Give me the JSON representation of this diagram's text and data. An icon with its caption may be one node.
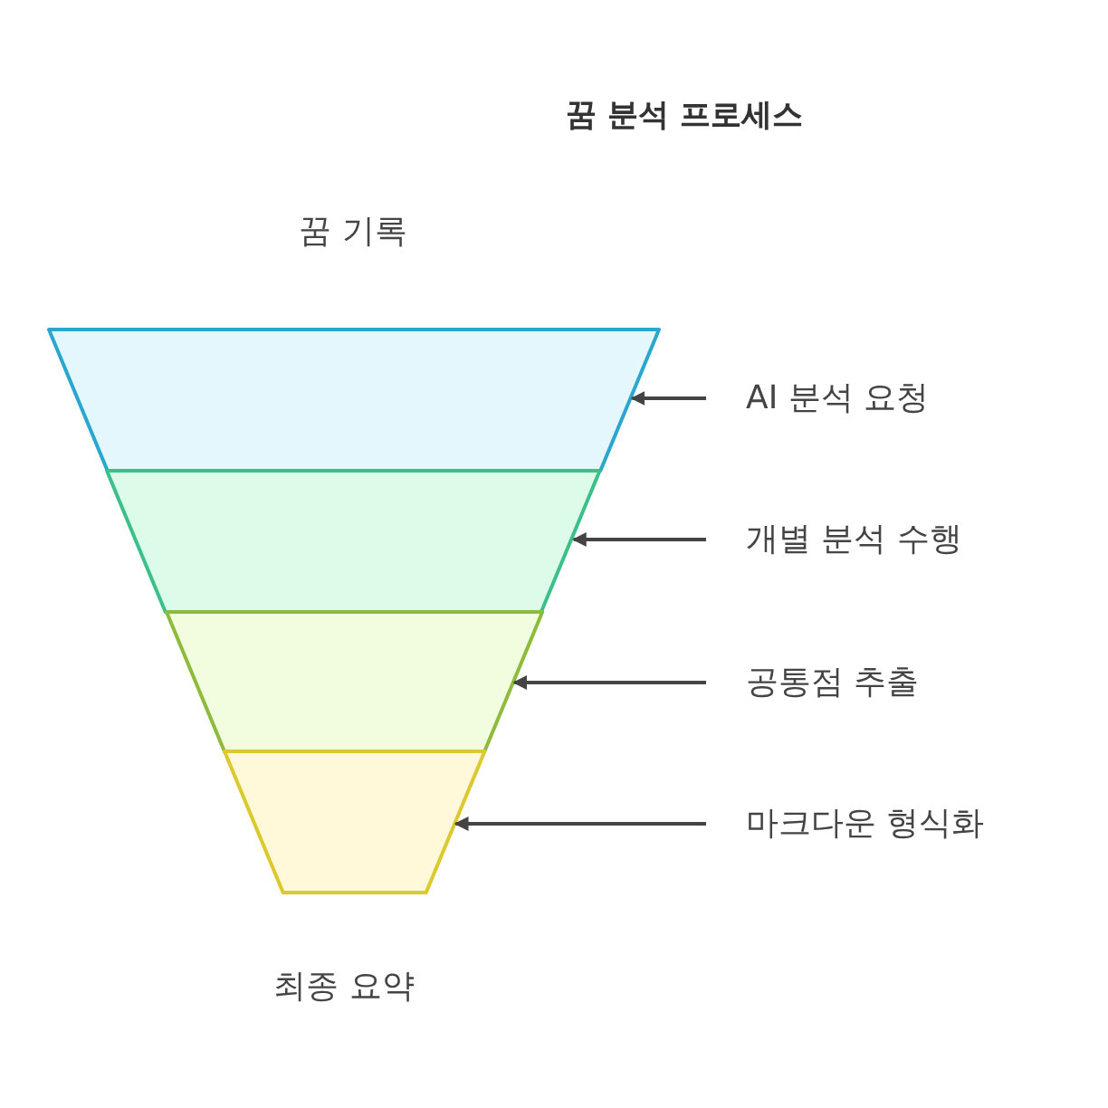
{
  "diagram": {
    "title": "꿈 분석 프로세스",
    "nodes": [
      {
        "text": [],
        "shape": "trapezoid"
      },
      {
        "text": [],
        "shape": "trapezoid"
      },
      {
        "text": [],
        "shape": "trapezoid"
      },
      {
        "text": [],
        "shape": "trapezoid"
      },
      {
        "text": [
          "AI 분석 요청"
        ]
      },
      {
        "text": [
          "개별 분석 수행"
        ]
      },
      {
        "text": [
          "공통점 추출"
        ]
      },
      {
        "text": [
          "마크다운 형식화"
        ]
      }
    ],
    "edges": [
      {
        "from": 4,
        "to": 0,
        "arrow": "to"
      },
      {
        "from": 5,
        "to": 1,
        "arrow": "to"
      },
      {
        "from": 6,
        "to": 2,
        "arrow": "to"
      },
      {
        "from": 7,
        "to": 3,
        "arrow": "to"
      }
    ],
    "labels": [
      "꿈 기록",
      "최종 요약"
    ]
  }
}
